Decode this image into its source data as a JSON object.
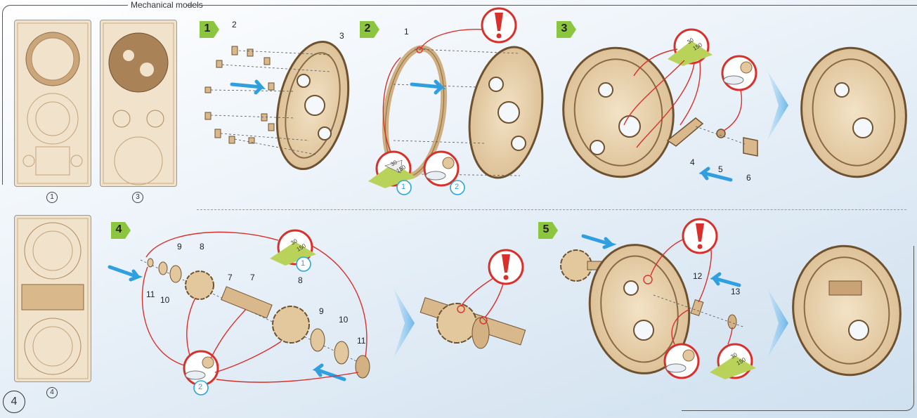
{
  "header": {
    "title": "Mechanical models"
  },
  "sheets": [
    {
      "label": "1"
    },
    {
      "label": "3"
    },
    {
      "label": "4"
    }
  ],
  "page_number": "4",
  "steps": [
    {
      "number": "1",
      "part_labels": [
        "2",
        "3"
      ]
    },
    {
      "number": "2",
      "part_labels": [
        "1"
      ],
      "tool_labels": [
        "1",
        "2"
      ]
    },
    {
      "number": "3",
      "part_labels": [
        "4",
        "5",
        "6"
      ]
    },
    {
      "number": "4",
      "part_labels": [
        "9",
        "8",
        "11",
        "10",
        "7",
        "7",
        "8",
        "9",
        "10",
        "11"
      ],
      "tool_labels": [
        "1",
        "2"
      ]
    },
    {
      "number": "5",
      "part_labels": [
        "12",
        "13"
      ]
    }
  ],
  "sandpaper_grit": [
    "30",
    "150"
  ],
  "colors": {
    "accent_red": "#d8302b",
    "arrow_blue": "#2f9fe0",
    "badge_green": "#8cc63f",
    "wood": "#e6cfa8",
    "wood_dark": "#8a6a44"
  }
}
